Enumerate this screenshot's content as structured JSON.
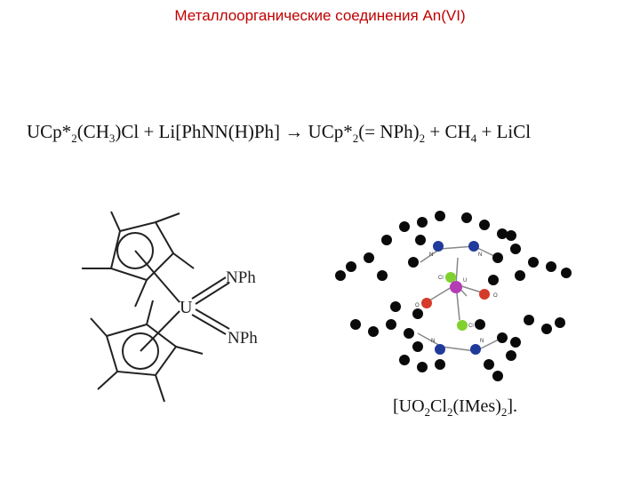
{
  "slide": {
    "title": "Металлоорганические соединения An(VI)"
  },
  "equation": {
    "reactant1": "UCp*",
    "reactant1_sub": "2",
    "reactant1_rest": "(CH",
    "reactant1_sub2": "3",
    "reactant1_end": ")Cl",
    "plus1": "+",
    "reactant2": "Li[PhNN(H)Ph]",
    "arrow": "→",
    "product1": "UCp*",
    "product1_sub": "2",
    "product1_rest": "(= NPh)",
    "product1_sub2": "2",
    "plus2": "+",
    "product2": "CH",
    "product2_sub": "4",
    "plus3": "+",
    "product3": "LiCl"
  },
  "left_structure": {
    "center_atom": "U",
    "ligand_top": "NPh",
    "ligand_bottom": "NPh"
  },
  "right_structure": {
    "atom_labels": {
      "n1": "N",
      "n2": "N",
      "n3": "N",
      "n4": "N",
      "cl1": "Cl",
      "cl2": "Cl",
      "u": "U",
      "o1": "O",
      "o2": "O"
    },
    "caption_main": "[UO",
    "caption_sub1": "2",
    "caption_mid": "Cl",
    "caption_sub2": "2",
    "caption_end": "(IMes)",
    "caption_sub3": "2",
    "caption_close": "]."
  }
}
